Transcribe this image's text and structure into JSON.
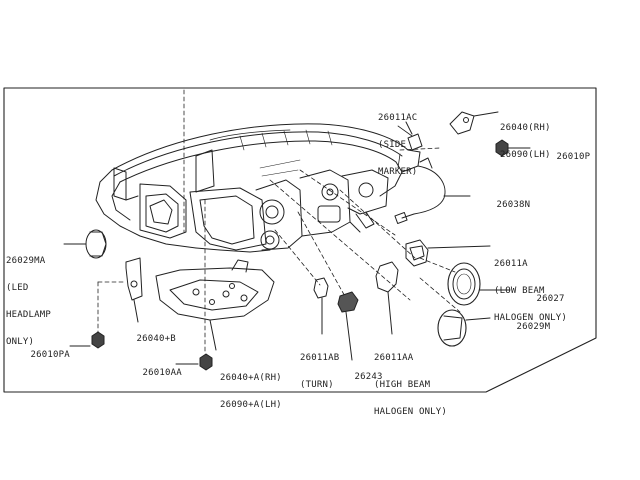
{
  "colors": {
    "ink": "#222222",
    "background": "#ffffff"
  },
  "labels": {
    "p26011ac": {
      "part": "26011AC",
      "note": [
        "(SIDE",
        "MARKER)"
      ]
    },
    "p26040_rh": "26040(RH)",
    "p26090_lh": "26090(LH)",
    "p26010p": "26010P",
    "p26038n": "26038N",
    "p26029ma": {
      "part": "26029MA",
      "note": [
        "(LED",
        "HEADLAMP",
        "ONLY)"
      ]
    },
    "p26011a": {
      "part": "26011A",
      "note": [
        "(LOW BEAM",
        "HALOGEN ONLY)"
      ]
    },
    "p26027": "26027",
    "p26029m": "26029M",
    "p26040b": "26040+B",
    "p26010pa": "26010PA",
    "p26010aa": "26010AA",
    "p26040a_rh": "26040+A(RH)",
    "p26090a_lh": "26090+A(LH)",
    "p26011ab": {
      "part": "26011AB",
      "note": [
        "(TURN)"
      ]
    },
    "p26243": "26243",
    "p26011aa": {
      "part": "26011AA",
      "note": [
        "(HIGH BEAM",
        "HALOGEN ONLY)"
      ]
    }
  }
}
